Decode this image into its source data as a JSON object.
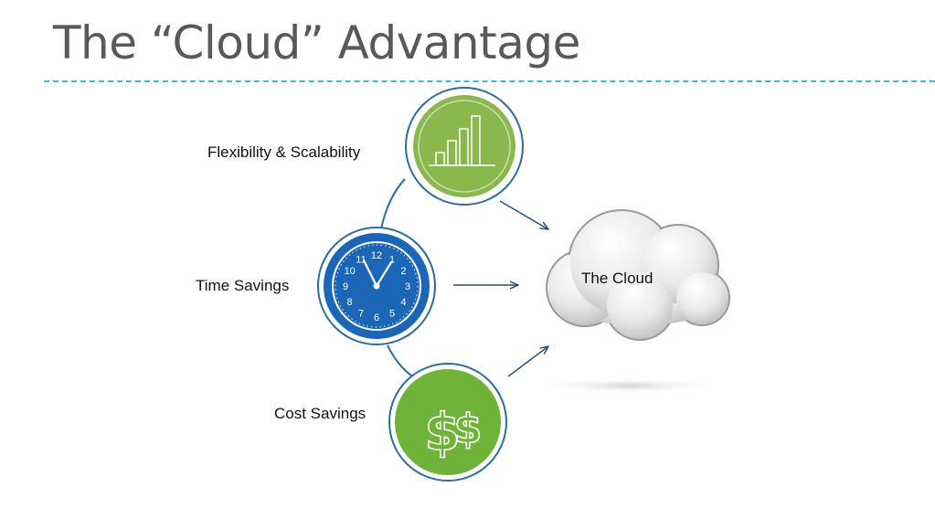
{
  "slide": {
    "title": "The “Cloud” Advantage"
  },
  "items": [
    {
      "label": "Flexibility & Scalability",
      "icon": "bar-chart-icon",
      "color": "#8bb84e"
    },
    {
      "label": "Time Savings",
      "icon": "clock-icon",
      "color": "#1c66b8"
    },
    {
      "label": "Cost Savings",
      "icon": "dollar-icon",
      "color": "#6fb33a"
    }
  ],
  "cloud": {
    "label": "The Cloud"
  },
  "clock": {
    "numbers": [
      "12",
      "1",
      "2",
      "3",
      "4",
      "5",
      "6",
      "7",
      "8",
      "9",
      "10",
      "11"
    ]
  },
  "colors": {
    "accent": "#3cb9d4",
    "ring": "#2a6f99",
    "arrow": "#2a4f7a"
  }
}
